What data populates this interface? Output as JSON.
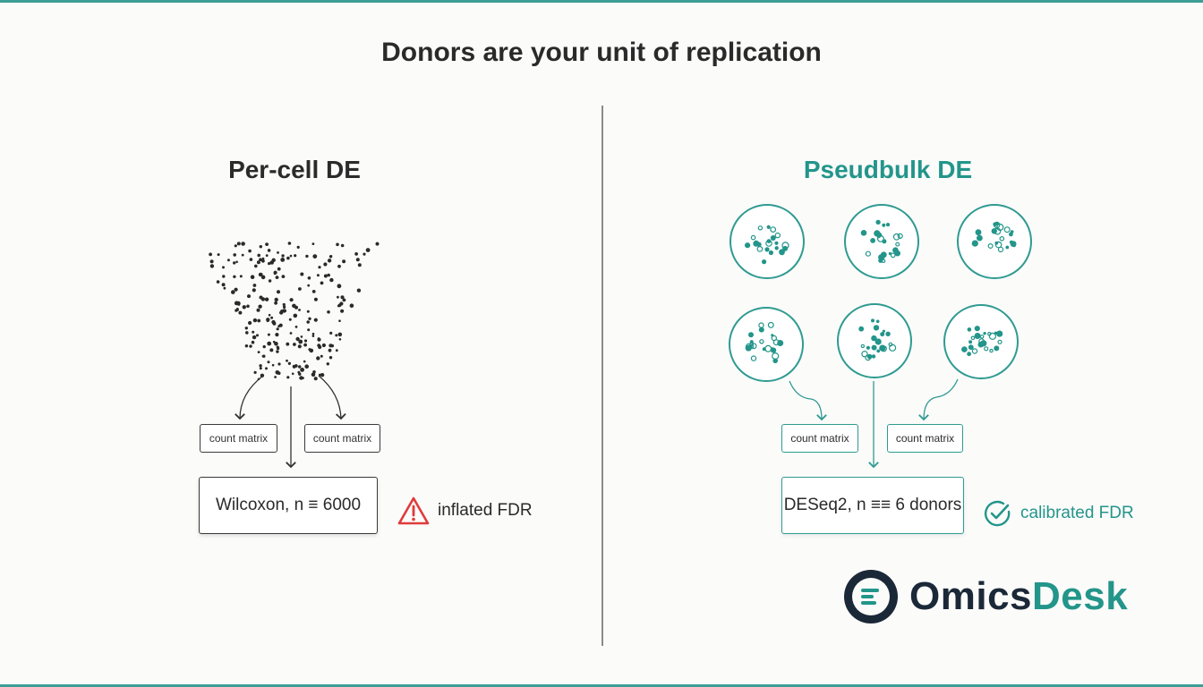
{
  "title": "Donors are your unit of replication",
  "left_panel": {
    "title": "Per-cell DE",
    "count_matrix_left": "count matrix",
    "count_matrix_right": "count matrix",
    "test_label": "Wilcoxon, n ≡ 6000",
    "status_label": "inflated FDR",
    "status_icon": "warning-triangle-icon",
    "status_color": "#e03b3b"
  },
  "right_panel": {
    "title": "Pseudbulk DE",
    "count_matrix_left": "count matrix",
    "count_matrix_right": "count matrix",
    "test_label": "DESeq2, n ≡≡ 6 donors",
    "status_label": "calibrated FDR",
    "status_icon": "check-circle-icon",
    "status_color": "#23958a",
    "donor_count": 6
  },
  "logo": {
    "name_part1": "Omics",
    "name_part2": "Desk",
    "icon": "document-lines-icon"
  },
  "colors": {
    "accent": "#23958a",
    "dark": "#1b2838",
    "warning": "#e03b3b"
  }
}
